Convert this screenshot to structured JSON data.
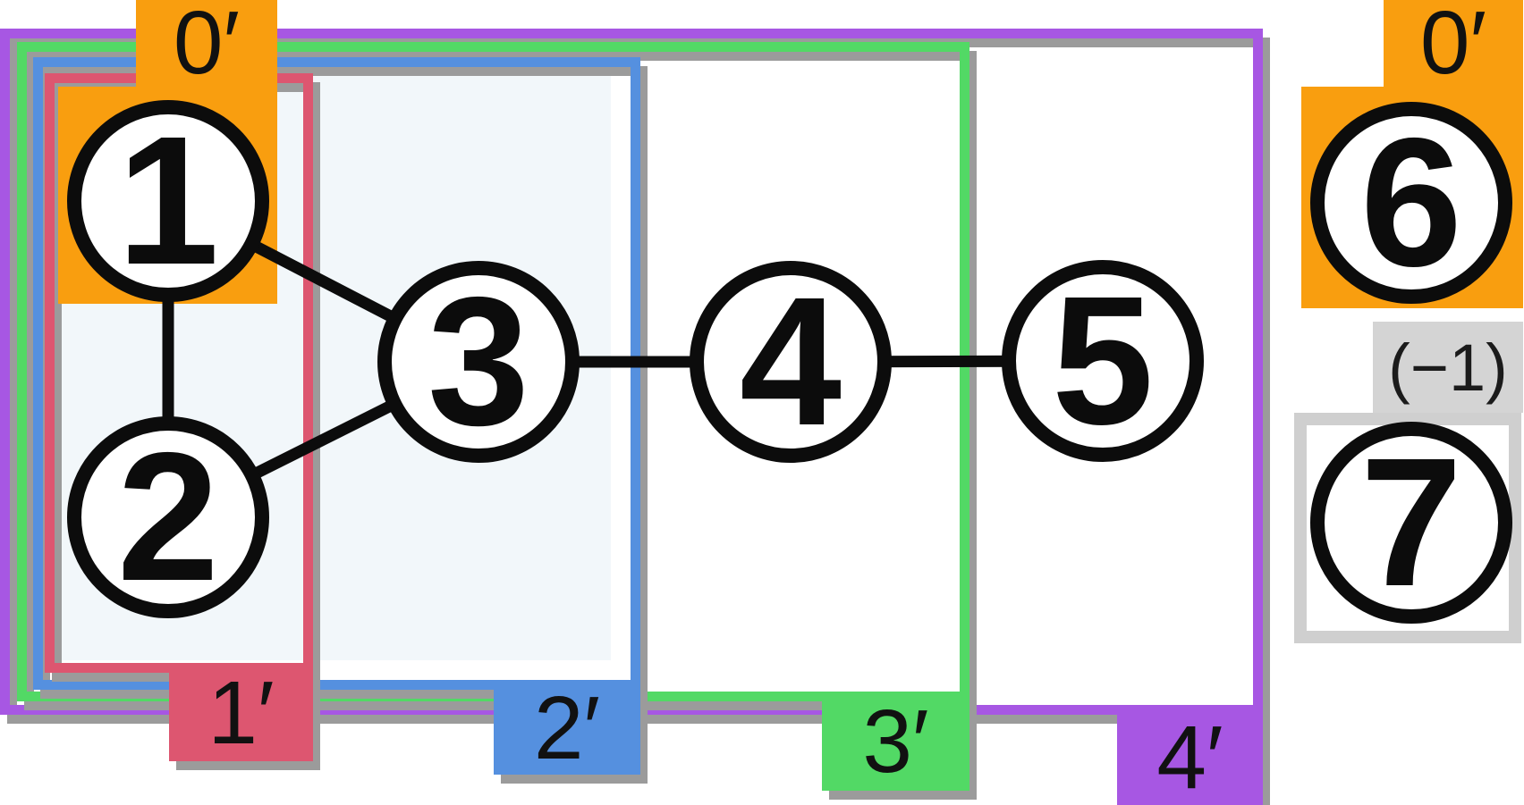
{
  "figure": {
    "type": "graph elimination / bag decomposition diagram",
    "background": "#FFFFFF",
    "shadow_color": "#9B9B9B"
  },
  "graph": {
    "nodes": [
      {
        "id": "1",
        "label": "1"
      },
      {
        "id": "2",
        "label": "2"
      },
      {
        "id": "3",
        "label": "3"
      },
      {
        "id": "4",
        "label": "4"
      },
      {
        "id": "5",
        "label": "5"
      },
      {
        "id": "6",
        "label": "6"
      },
      {
        "id": "7",
        "label": "7"
      }
    ],
    "edges": [
      "1-2",
      "1-3",
      "2-3",
      "3-4",
      "4-5"
    ],
    "node_fill": "#FFFFFF",
    "node_stroke": "#0C0C0C"
  },
  "frames": [
    {
      "id": "1-prime",
      "label": "1′",
      "color": "#DD5670",
      "contains": [
        "1",
        "2"
      ]
    },
    {
      "id": "2-prime",
      "label": "2′",
      "color": "#5590DF",
      "fill": "#F2F7FA",
      "contains": [
        "1",
        "2",
        "3"
      ]
    },
    {
      "id": "3-prime",
      "label": "3′",
      "color": "#52D965",
      "contains": [
        "1",
        "2",
        "3",
        "4"
      ]
    },
    {
      "id": "4-prime",
      "label": "4′",
      "color": "#A757E3",
      "contains": [
        "1",
        "2",
        "3",
        "4",
        "5"
      ]
    }
  ],
  "badges": {
    "zero_left": {
      "label": "0′",
      "color": "#F99E0F",
      "contains": [
        "1"
      ]
    },
    "zero_right": {
      "label": "0′",
      "color": "#F99E0F",
      "contains": [
        "6"
      ]
    },
    "minus_one": {
      "label": "(−1)",
      "color": "#D4D4D4",
      "box_border": "#CFCFCF",
      "contains": [
        "7"
      ]
    }
  }
}
